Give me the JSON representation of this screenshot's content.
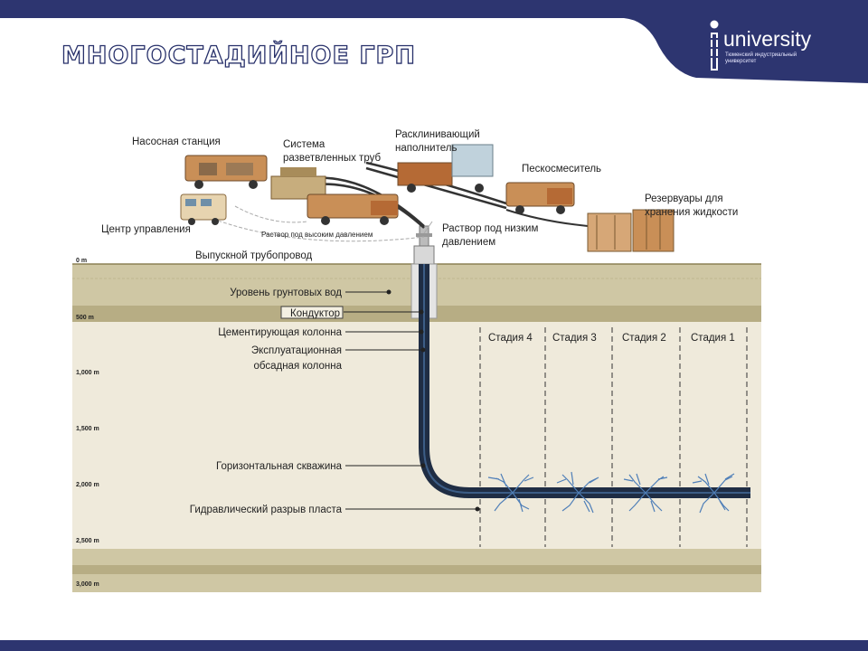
{
  "header": {
    "title": "МНОГОСТАДИЙНОЕ ГРП",
    "logo_word": "university",
    "logo_subtitle": "Тюменский индустриальный университет"
  },
  "surface_labels": {
    "pump_station": "Насосная станция",
    "manifold_line1": "Система",
    "manifold_line2": "разветвленных труб",
    "proppant_line1": "Расклинивающий",
    "proppant_line2": "наполнитель",
    "blender": "Пескосмеситель",
    "tanks_line1": "Резервуары для",
    "tanks_line2": "хранения жидкости",
    "control_center": "Центр управления",
    "high_pressure": "Раствор под высоким давлением",
    "low_pressure_line1": "Раствор под низким",
    "low_pressure_line2": "давлением",
    "flowback": "Выпускной трубопровод"
  },
  "well_labels": {
    "groundwater": "Уровень грунтовых вод",
    "conductor": "Кондуктор",
    "cement_casing": "Цементирующая колонна",
    "production_casing_line1": "Эксплуатационная",
    "production_casing_line2": "обсадная колонна",
    "horizontal_well": "Горизонтальная скважина",
    "hydraulic_fracture": "Гидравлический разрыв пласта"
  },
  "depths": [
    "0 m",
    "500 m",
    "1,000 m",
    "1,500 m",
    "2,000 m",
    "2,500 m",
    "3,000 m"
  ],
  "stages": [
    "Стадия 4",
    "Стадия 3",
    "Стадия 2",
    "Стадия 1"
  ],
  "colors": {
    "brand": "#2d3570",
    "soil": "#cfc7a4",
    "soil_dark": "#b7ad84",
    "pipe": "#1f2d44",
    "fracture": "#4f7fb8"
  }
}
